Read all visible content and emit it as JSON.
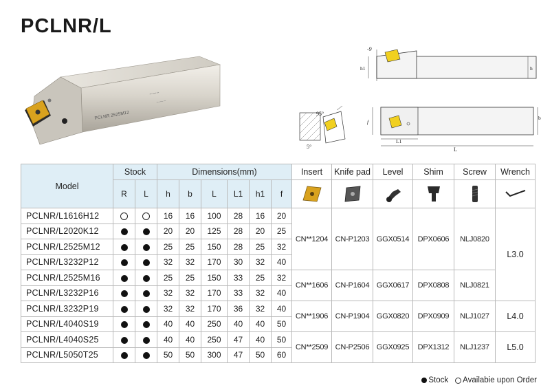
{
  "title": "PCLNR/L",
  "photo_engraving": "PCLNR 2525M12",
  "drawing_labels": {
    "gamma": "-9",
    "h1": "h1",
    "h": "h",
    "b": "b",
    "f": "f",
    "L1": "L1",
    "L": "L",
    "angle_95": "95°",
    "angle_5": "5°"
  },
  "table": {
    "headers": {
      "model": "Model",
      "stock": "Stock",
      "dimensions": "Dimensions(mm)",
      "insert": "Insert",
      "knife_pad": "Knife pad",
      "level": "Level",
      "shim": "Shim",
      "screw": "Screw",
      "wrench": "Wrench"
    },
    "subheaders": [
      "R",
      "L",
      "h",
      "b",
      "L",
      "L1",
      "h1",
      "f"
    ],
    "rows": [
      {
        "model": "PCLNR/L1616H12",
        "R": "open",
        "L": "open",
        "h": "16",
        "b": "16",
        "L_len": "100",
        "L1": "28",
        "h1": "16",
        "f": "20"
      },
      {
        "model": "PCLNR/L2020K12",
        "R": "stock",
        "L": "stock",
        "h": "20",
        "b": "20",
        "L_len": "125",
        "L1": "28",
        "h1": "20",
        "f": "25"
      },
      {
        "model": "PCLNR/L2525M12",
        "R": "stock",
        "L": "stock",
        "h": "25",
        "b": "25",
        "L_len": "150",
        "L1": "28",
        "h1": "25",
        "f": "32"
      },
      {
        "model": "PCLNR/L3232P12",
        "R": "stock",
        "L": "stock",
        "h": "32",
        "b": "32",
        "L_len": "170",
        "L1": "30",
        "h1": "32",
        "f": "40"
      },
      {
        "model": "PCLNR/L2525M16",
        "R": "stock",
        "L": "stock",
        "h": "25",
        "b": "25",
        "L_len": "150",
        "L1": "33",
        "h1": "25",
        "f": "32"
      },
      {
        "model": "PCLNR/L3232P16",
        "R": "stock",
        "L": "stock",
        "h": "32",
        "b": "32",
        "L_len": "170",
        "L1": "33",
        "h1": "32",
        "f": "40"
      },
      {
        "model": "PCLNR/L3232P19",
        "R": "stock",
        "L": "stock",
        "h": "32",
        "b": "32",
        "L_len": "170",
        "L1": "36",
        "h1": "32",
        "f": "40"
      },
      {
        "model": "PCLNR/L4040S19",
        "R": "stock",
        "L": "stock",
        "h": "40",
        "b": "40",
        "L_len": "250",
        "L1": "40",
        "h1": "40",
        "f": "50"
      },
      {
        "model": "PCLNR/L4040S25",
        "R": "stock",
        "L": "stock",
        "h": "40",
        "b": "40",
        "L_len": "250",
        "L1": "47",
        "h1": "40",
        "f": "50"
      },
      {
        "model": "PCLNR/L5050T25",
        "R": "stock",
        "L": "stock",
        "h": "50",
        "b": "50",
        "L_len": "300",
        "L1": "47",
        "h1": "50",
        "f": "60"
      }
    ],
    "parts_groups": [
      {
        "insert": "CN**1204",
        "knife_pad": "CN-P1203",
        "level": "GGX0514",
        "shim": "DPX0606",
        "screw": "NLJ0820"
      },
      {
        "insert": "CN**1606",
        "knife_pad": "CN-P1604",
        "level": "GGX0617",
        "shim": "DPX0808",
        "screw": "NLJ0821"
      },
      {
        "insert": "CN**1906",
        "knife_pad": "CN-P1904",
        "level": "GGX0820",
        "shim": "DPX0909",
        "screw": "NLJ1027"
      },
      {
        "insert": "CN**2509",
        "knife_pad": "CN-P2506",
        "level": "GGX0925",
        "shim": "DPX1312",
        "screw": "NLJ1237"
      }
    ],
    "wrench_groups": [
      "L3.0",
      "L4.0",
      "L5.0"
    ]
  },
  "legend": {
    "stock": "Stock",
    "order": "Availabie upon Order"
  },
  "colors": {
    "header_bg": "#dfeef6",
    "border": "#b9b9b9",
    "insert_gold": "#d9a21e",
    "holder_body": "#d4d0c8"
  }
}
